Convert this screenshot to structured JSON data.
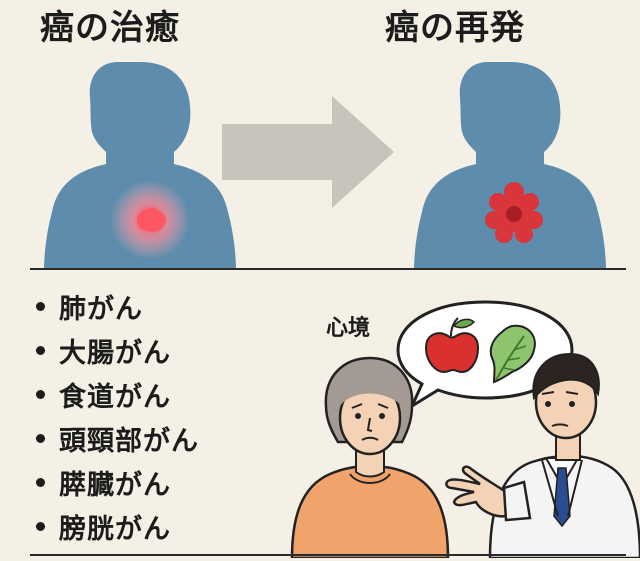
{
  "titles": {
    "treatment": "癌の治癒",
    "recurrence": "癌の再発"
  },
  "cancer_types": [
    "肺がん",
    "大腸がん",
    "食道がん",
    "頭頸部がん",
    "膵臓がん",
    "膀胱がん"
  ],
  "mood_label": "心境",
  "colors": {
    "background": "#f5f0e6",
    "silhouette": "#5d8cac",
    "glow": "#ff6b7a",
    "tumor": "#d8363a",
    "arrow": "#c9c4bb",
    "patient_shirt": "#f0a36b",
    "doctor_coat": "#f4f4f4",
    "apple": "#d9312f",
    "leaf": "#8fc46f"
  },
  "icons": {
    "speech_bubble": "speech-bubble-icon",
    "apple": "apple-icon",
    "leafy_vegetable": "leafy-vegetable-icon"
  }
}
